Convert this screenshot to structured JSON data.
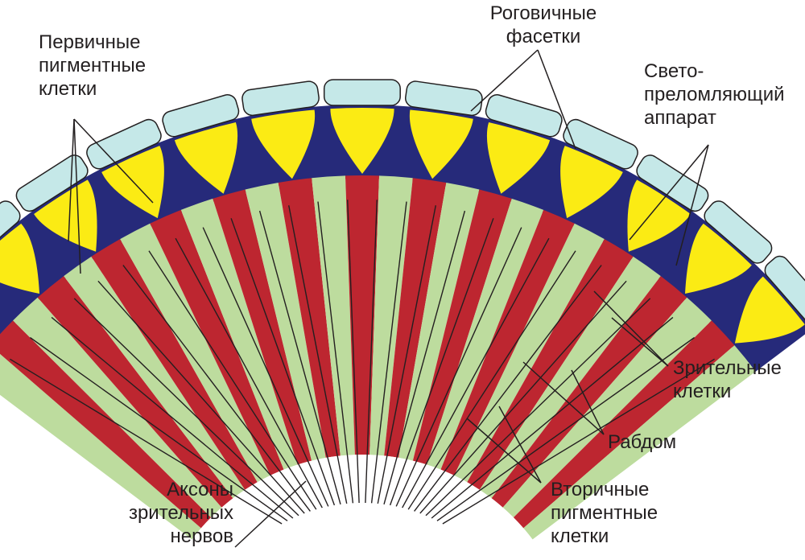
{
  "labels": {
    "primary_pigment": [
      "Первичные",
      "пигментные",
      "клетки"
    ],
    "corneal_facets": [
      "Роговичные",
      "фасетки"
    ],
    "refractive": [
      "Свето-",
      "преломляющий",
      "аппарат"
    ],
    "visual_cells": [
      "Зрительные",
      "клетки"
    ],
    "rhabdom": [
      "Рабдом"
    ],
    "secondary_pigment": [
      "Вторичные",
      "пигментные",
      "клетки"
    ],
    "axons": [
      "Аксоны",
      "зрительных",
      "нервов"
    ]
  },
  "colors": {
    "facet": "#c5e8e8",
    "cone": "#fbeb14",
    "pigment": "#262a7a",
    "rhabdom": "#bd2630",
    "visual_cell": "#bddc9e",
    "line": "#231f20"
  }
}
